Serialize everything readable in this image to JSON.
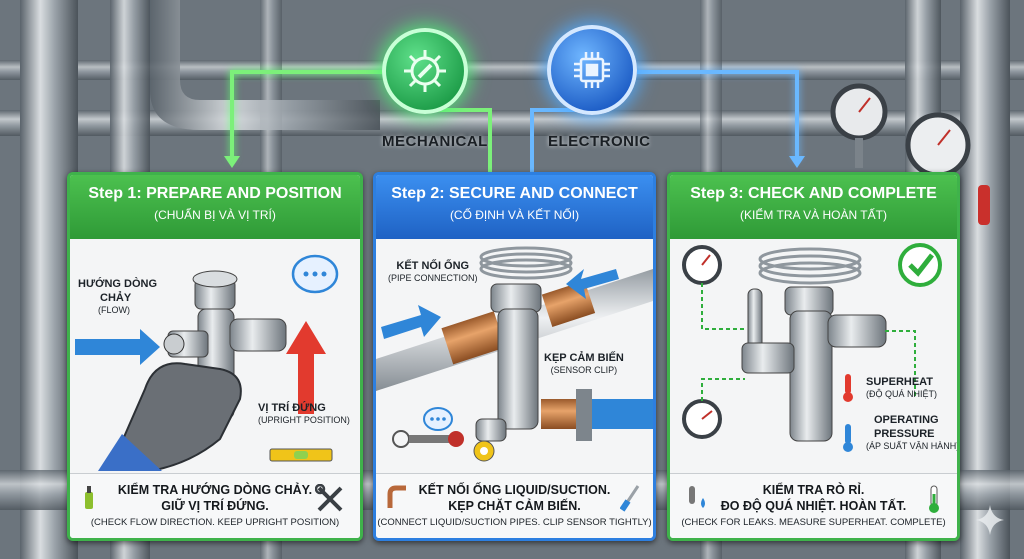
{
  "hubs": {
    "mechanical": "MECHANICAL",
    "electronic": "ELECTRONIC"
  },
  "steps": [
    {
      "title": "Step 1: PREPARE AND POSITION",
      "subtitle": "(CHUẨN BỊ VÀ VỊ TRÍ)",
      "labels": {
        "flow_vi_1": "HƯỚNG DÒNG",
        "flow_vi_2": "CHẢY",
        "flow_en": "(FLOW)",
        "upright_vi": "VỊ TRÍ ĐỨNG",
        "upright_en": "(UPRIGHT POSITION)"
      },
      "footer_line1": "KIỂM TRA HƯỚNG DÒNG CHẢY.",
      "footer_line2": "GIỮ VỊ TRÍ ĐỨNG.",
      "footer_en": "(CHECK FLOW DIRECTION. KEEP UPRIGHT POSITION)"
    },
    {
      "title": "Step 2: SECURE AND CONNECT",
      "subtitle": "(CỐ ĐỊNH VÀ KẾT NỐI)",
      "labels": {
        "pipe_vi": "KẾT NỐI ỐNG",
        "pipe_en": "(PIPE CONNECTION)",
        "clip_vi": "KẸP CẢM BIẾN",
        "clip_en": "(SENSOR CLIP)"
      },
      "footer_line1": "KẾT NỐI ỐNG LIQUID/SUCTION.",
      "footer_line2": "KẸP CHẶT CẢM BIẾN.",
      "footer_en": "(CONNECT LIQUID/SUCTION PIPES. CLIP SENSOR TIGHTLY)"
    },
    {
      "title": "Step 3: CHECK AND COMPLETE",
      "subtitle": "(KIỂM TRA VÀ HOÀN TẤT)",
      "labels": {
        "superheat_en": "SUPERHEAT",
        "superheat_vi": "(ĐỘ QUÁ NHIỆT)",
        "pressure_en_1": "OPERATING",
        "pressure_en_2": "PRESSURE",
        "pressure_vi": "(ÁP SUẤT VẬN HÀNH)"
      },
      "footer_line1": "KIỂM TRA RÒ RỈ.",
      "footer_line2": "ĐO ĐỘ QUÁ NHIỆT. HOÀN TẤT.",
      "footer_en": "(CHECK FOR LEAKS. MEASURE SUPERHEAT. COMPLETE)"
    }
  ],
  "colors": {
    "mechanical_green": "#3fb24b",
    "electronic_blue": "#2d7fe0",
    "arrow_blue": "#2f86d8",
    "arrow_red": "#e23a2e",
    "check_green": "#2fae3c"
  },
  "icons": [
    "gear-wrench-icon",
    "chip-icon",
    "speech-bubble-icon",
    "level-icon",
    "wrench-screwdriver-icon",
    "check-circle-icon",
    "thermometer-icon",
    "pressure-gauge-icon",
    "screwdriver-icon",
    "sparkle-icon"
  ]
}
